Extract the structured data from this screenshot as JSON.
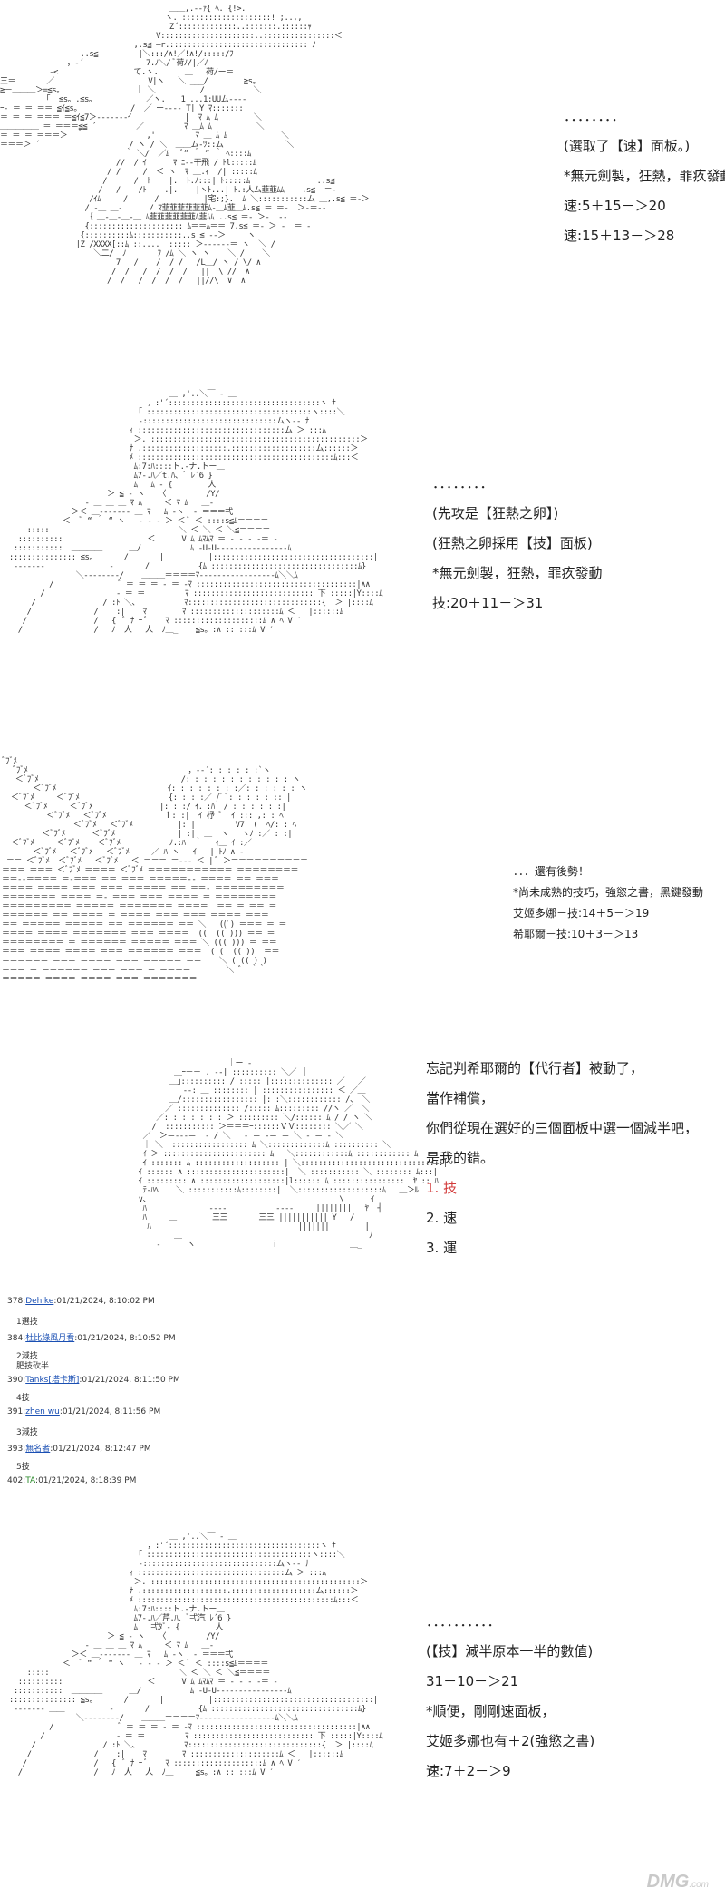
{
  "panel1": {
    "lines": [
      "．．．．．．．．",
      "(選取了【速】面板。)",
      "*無元劍製，狂熱，罪疚發動",
      "速:5＋15－＞20",
      "速:15＋13－＞28"
    ]
  },
  "panel2": {
    "lines": [
      "．．．．．．．．",
      "(先攻是【狂熱之卵】)",
      "(狂熱之卵採用【技】面板)",
      "*無元劍製，狂熱，罪疚發動",
      "技:20＋11－＞31"
    ]
  },
  "panel3": {
    "lines": [
      "．．．還有後勢！",
      "*尚未成熟的技巧，強慾之書，黑鍵發動",
      "艾姬多娜－技:14＋5－＞19",
      "希耶爾－技:10＋3－＞13"
    ]
  },
  "panel4": {
    "lines": [
      "忘記判希耶爾的【代行者】被動了，",
      "當作補償，",
      "你們從現在選好的三個面板中選一個減半吧，",
      "是我的錯。"
    ],
    "options": [
      "1. 技",
      "2. 速",
      "3. 運"
    ]
  },
  "comments": [
    {
      "no": "378:",
      "user": "Dehike",
      "time": ":01/21/2024, 8:10:02 PM",
      "body": "1選技",
      "body2": ""
    },
    {
      "no": "384:",
      "user": "杜比綠風月看",
      "time": ":01/21/2024, 8:10:52 PM",
      "body": "2減技",
      "body2": "肥技砍半"
    },
    {
      "no": "390:",
      "user": "Tanks[塔卡斯]",
      "time": ":01/21/2024, 8:11:50 PM",
      "body": "4技",
      "body2": ""
    },
    {
      "no": "391:",
      "user": "zhen wu",
      "time": ":01/21/2024, 8:11:56 PM",
      "body": "3減技",
      "body2": ""
    },
    {
      "no": "393:",
      "user": "無名者",
      "time": ":01/21/2024, 8:12:47 PM",
      "body": "5技",
      "body2": ""
    },
    {
      "no": "402:",
      "user": "TA",
      "time": ":01/21/2024, 8:18:39 PM",
      "body": "",
      "body2": ""
    }
  ],
  "panel5": {
    "lines": [
      "．．．．．．．．．．",
      "(【技】減半原本一半的數值)",
      "31－10－＞21",
      "*順便，剛剛速面板，",
      "艾姬多娜也有＋2(強慾之書)",
      "速:7＋2－＞9"
    ]
  },
  "watermark": {
    "main": "DMG",
    "sub": ".com"
  },
  "colors": {
    "highlight": "#d23a3a",
    "link": "#1a4fb3"
  }
}
